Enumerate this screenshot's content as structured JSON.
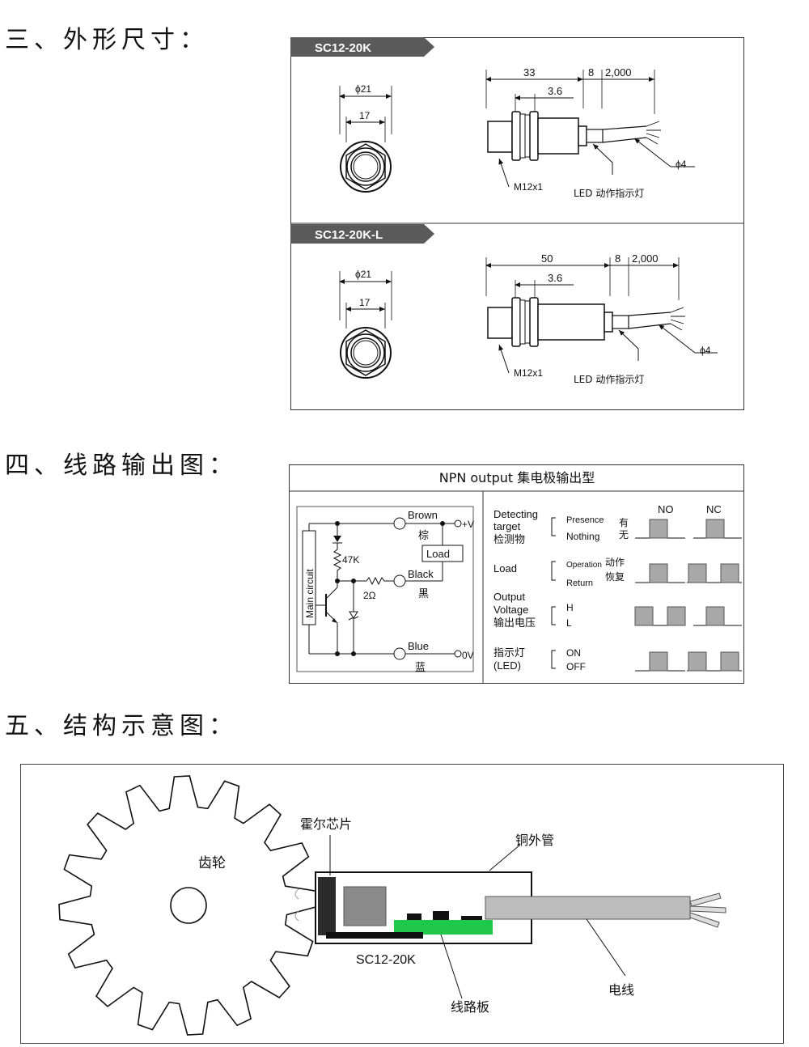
{
  "headings": {
    "dimensions": "三、外形尺寸：",
    "circuit": "四、线路输出图：",
    "structure": "五、结构示意图："
  },
  "models": [
    {
      "tab": "SC12-20K",
      "dia_outer": "ϕ21",
      "dia_inner": "17",
      "len_body": "33",
      "len_8": "8",
      "len_cable": "2,000",
      "len_thread": "3.6",
      "thread": "M12x1",
      "led": "LED 动作指示灯",
      "cable_dia": "ϕ4"
    },
    {
      "tab": "SC12-20K-L",
      "dia_outer": "ϕ21",
      "dia_inner": "17",
      "len_body": "50",
      "len_8": "8",
      "len_cable": "2,000",
      "len_thread": "3.6",
      "thread": "M12x1",
      "led": "LED 动作指示灯",
      "cable_dia": "ϕ4"
    }
  ],
  "circuit": {
    "title": "NPN output 集电极输出型",
    "main_circuit": "Main circuit",
    "r1": "47K",
    "r2": "2Ω",
    "load": "Load",
    "brown": "Brown",
    "brown_cn": "棕",
    "plus_v": "+V",
    "black": "Black",
    "black_cn": "黑",
    "blue": "Blue",
    "blue_cn": "蓝",
    "zero_v": "0V",
    "timing": {
      "no": "NO",
      "nc": "NC",
      "detect_en1": "Detecting",
      "detect_en2": "target",
      "detect_cn": "检测物",
      "presence": "Presence",
      "nothing": "Nothing",
      "presence_cn": "有",
      "nothing_cn": "无",
      "load": "Load",
      "operation": "Operation",
      "return": "Return",
      "operation_cn": "动作",
      "return_cn": "恢复",
      "output_en1": "Output",
      "output_en2": "Voltage",
      "output_cn": "输出电压",
      "h": "H",
      "l": "L",
      "led_cn": "指示灯",
      "led_en": "(LED)",
      "on": "ON",
      "off": "OFF"
    }
  },
  "structure": {
    "gear": "齿轮",
    "hall_chip": "霍尔芯片",
    "copper_tube": "铜外管",
    "model": "SC12-20K",
    "wire": "电线",
    "pcb": "线路板"
  },
  "colors": {
    "tab_bg": "#5a5a5a",
    "pcb_green": "#1fc84a",
    "gray_fill": "#a8a8a8",
    "cable_gray": "#bdbdbd"
  }
}
